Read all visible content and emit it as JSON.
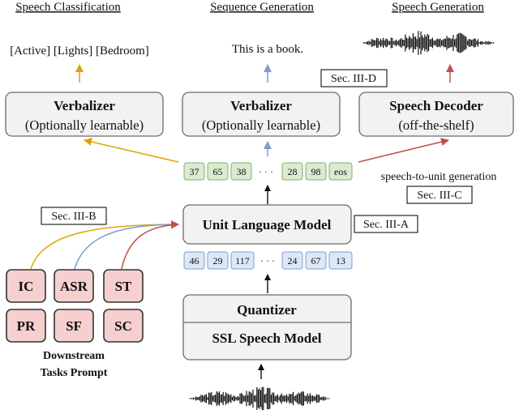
{
  "headings": {
    "left": "Speech Classification",
    "center": "Sequence Generation",
    "right": "Speech Generation"
  },
  "outputs": {
    "classification": "[Active] [Lights] [Bedroom]",
    "sequence": "This is a book."
  },
  "boxes": {
    "verbalizer_left": {
      "title": "Verbalizer",
      "subtitle": "(Optionally learnable)"
    },
    "verbalizer_center": {
      "title": "Verbalizer",
      "subtitle": "(Optionally learnable)"
    },
    "speech_decoder": {
      "title": "Speech Decoder",
      "subtitle": "(off-the-shelf)"
    },
    "unit_lm": {
      "title": "Unit Language Model"
    },
    "quantizer": {
      "title": "Quantizer"
    },
    "ssl_model": {
      "title": "SSL Speech Model"
    }
  },
  "section_labels": {
    "iii_a": "Sec. III-A",
    "iii_b": "Sec. III-B",
    "iii_c": "Sec. III-C",
    "iii_d": "Sec. III-D"
  },
  "annotation": "speech-to-unit generation",
  "output_tokens": [
    "37",
    "65",
    "38",
    "28",
    "98",
    "eos"
  ],
  "input_tokens": [
    "46",
    "29",
    "117",
    "24",
    "67",
    "13"
  ],
  "ellipsis": "· · ·",
  "tasks": [
    "IC",
    "ASR",
    "ST",
    "PR",
    "SF",
    "SC"
  ],
  "tasks_caption": [
    "Downstream",
    "Tasks Prompt"
  ],
  "colors": {
    "orange": "#e3a300",
    "blue": "#7c9ccc",
    "red": "#c0504d",
    "task_fill": "#f6cfcf",
    "green_token": "#d9ecd0",
    "blue_token": "#dce8f7"
  }
}
